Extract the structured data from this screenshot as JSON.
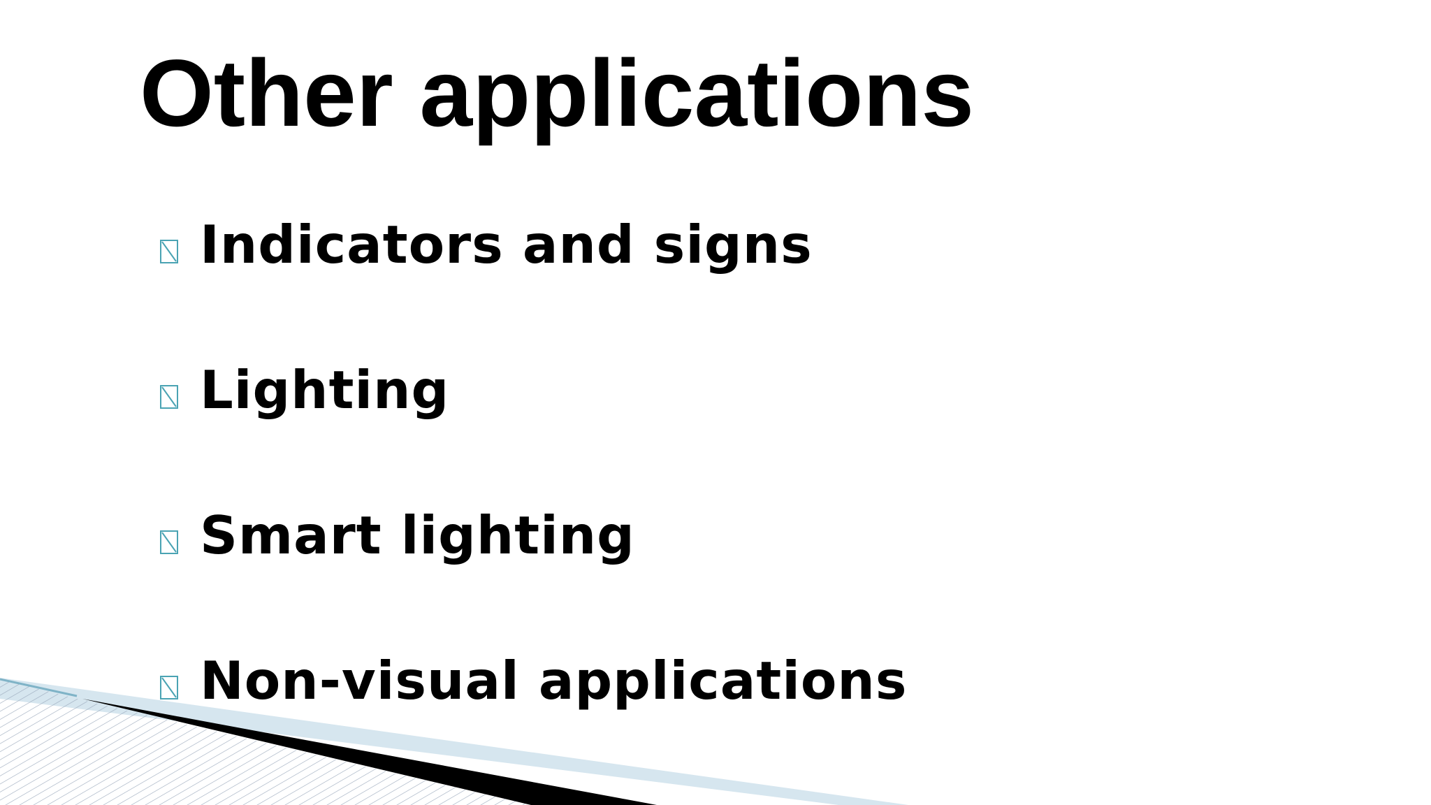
{
  "slide": {
    "title": "Other applications",
    "bullets": [
      {
        "text": "Indicators and signs",
        "icon": "placeholder-glyph-icon"
      },
      {
        "text": "Lighting",
        "icon": "placeholder-glyph-icon"
      },
      {
        "text": "Smart lighting",
        "icon": "placeholder-glyph-icon"
      },
      {
        "text": "Non-visual applications",
        "icon": "placeholder-glyph-icon"
      }
    ]
  },
  "colors": {
    "background": "#ffffff",
    "text": "#000000",
    "bullet_accent": "#4aa3b3",
    "wedge_dark": "#000000",
    "wedge_light": "#d6e6ef",
    "hatch": "#9aa8bb"
  }
}
